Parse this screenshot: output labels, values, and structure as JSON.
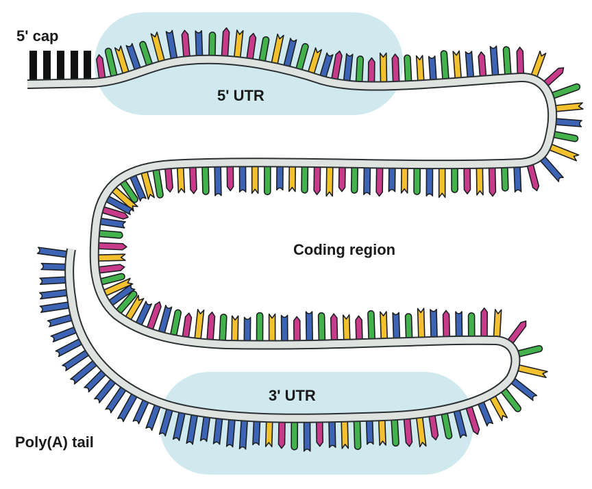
{
  "labels": {
    "cap": "5' cap",
    "utr5": "5' UTR",
    "coding": "Coding region",
    "utr3": "3' UTR",
    "polyA": "Poly(A) tail"
  },
  "colors": {
    "backbone_fill": "#dfe3e0",
    "backbone_stroke": "#2a2f33",
    "utr_region": "#cfe9ee",
    "cap": "#111111",
    "magenta": "#c83b8a",
    "yellow": "#f3c12e",
    "blue": "#3d63b5",
    "green": "#43b24c"
  },
  "base_pattern": [
    "magenta",
    "green",
    "yellow",
    "blue",
    "green",
    "yellow",
    "blue",
    "magenta",
    "blue",
    "green",
    "magenta",
    "yellow"
  ],
  "polyA_base": "blue"
}
